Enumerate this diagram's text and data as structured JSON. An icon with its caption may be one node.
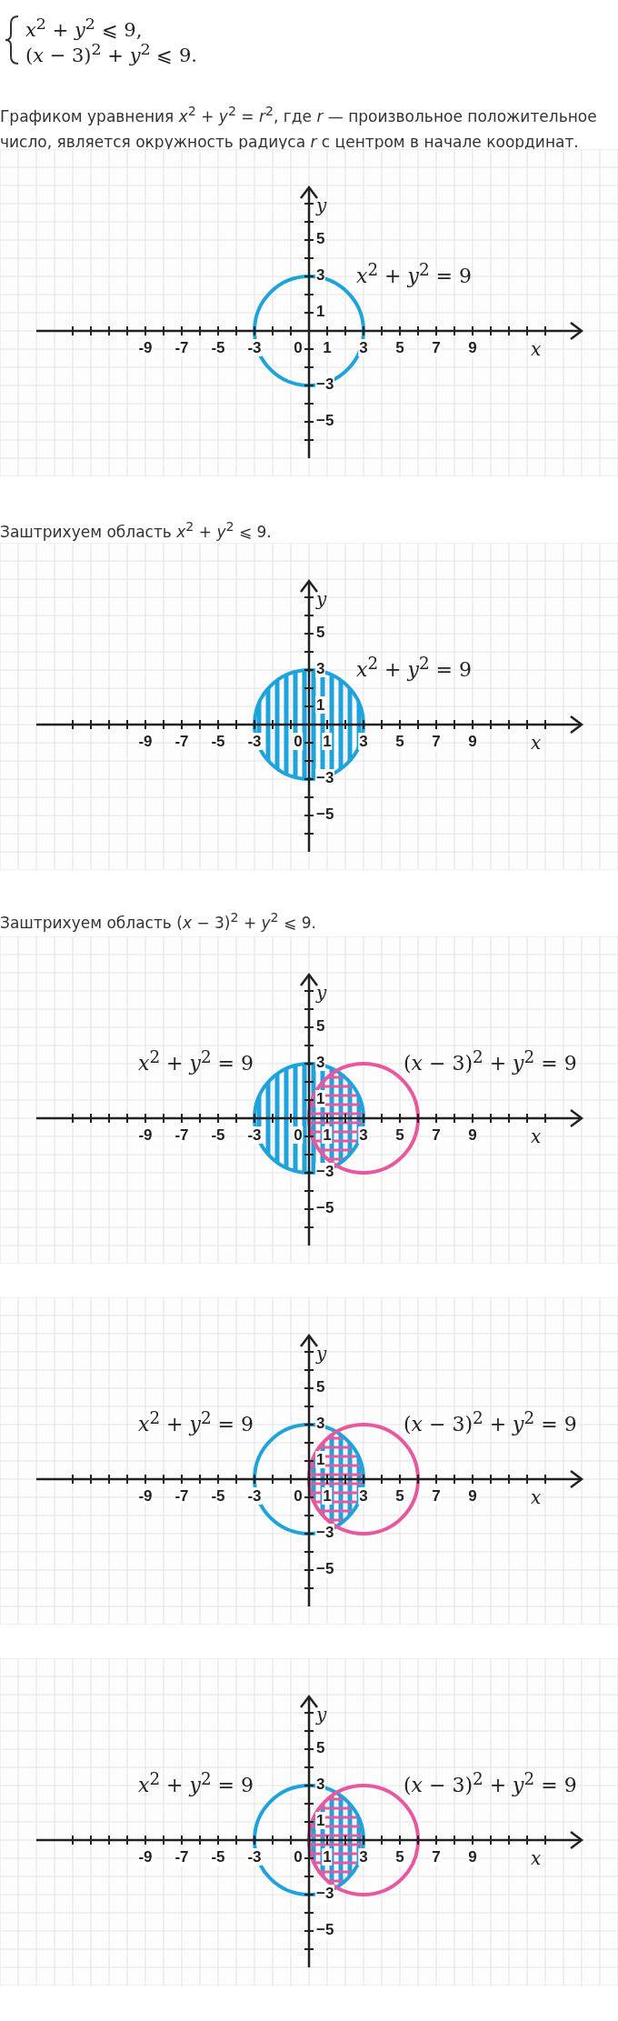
{
  "diagram": {
    "labels": [
      "*x*$^{2}$ + *y*$^{2}$ ⩽ 9,",
      "(*x* − 3)$^{2}$ + *y*$^{2}$ ⩽ 9.",
      "Графиком уравнения *x*$^{2}$ + *y*$^{2}$ = *r*$^{2}$, где *r* — произвольное положительное число, является окружность радиуса *r* с центром в начале координат.",
      "y",
      "5",
      "3",
      "*x*$^{2}$ + *y*$^{2}$ = 9",
      "1",
      "-9",
      "-7",
      "-5",
      "-3",
      "0",
      "1",
      "3",
      "5",
      "7",
      "9",
      "x",
      "−3",
      "−5",
      "Заштрихуем область *x*$^{2}$ + *y*$^{2}$ ⩽ 9.",
      "y",
      "5",
      "3",
      "*x*$^{2}$ + *y*$^{2}$ = 9",
      "1",
      "-9",
      "-7",
      "-5",
      "-3",
      "0",
      "1",
      "3",
      "5",
      "7",
      "9",
      "x",
      "−3",
      "−5",
      "Заштрихуем область (*x* − 3)$^{2}$ + *y*$^{2}$ ⩽ 9.",
      "y",
      "5",
      "*x*$^{2}$ + *y*$^{2}$ = 9",
      "3",
      "(*x* − 3)$^{2}$ + *y*$^{2}$ = 9",
      "1",
      "-9",
      "-7",
      "-5",
      "-3",
      "0",
      "1",
      "3",
      "5",
      "7",
      "9",
      "x",
      "−3",
      "−5",
      "y",
      "5",
      "*x*$^{2}$ + *y*$^{2}$ = 9",
      "3",
      "(*x* − 3)$^{2}$ + *y*$^{2}$ = 9",
      "1",
      "-9",
      "-7",
      "-5",
      "-3",
      "0",
      "1",
      "3",
      "5",
      "7",
      "9",
      "x",
      "−3",
      "−5",
      "y",
      "5",
      "*x*$^{2}$ + *y*$^{2}$ = 9",
      "3",
      "(*x* − 3)$^{2}$ + *y*$^{2}$ = 9",
      "1",
      "-9",
      "-7",
      "-5",
      "-3",
      "0",
      "1",
      "3",
      "5",
      "7",
      "9",
      "x",
      "−3",
      "−5"
    ]
  }
}
